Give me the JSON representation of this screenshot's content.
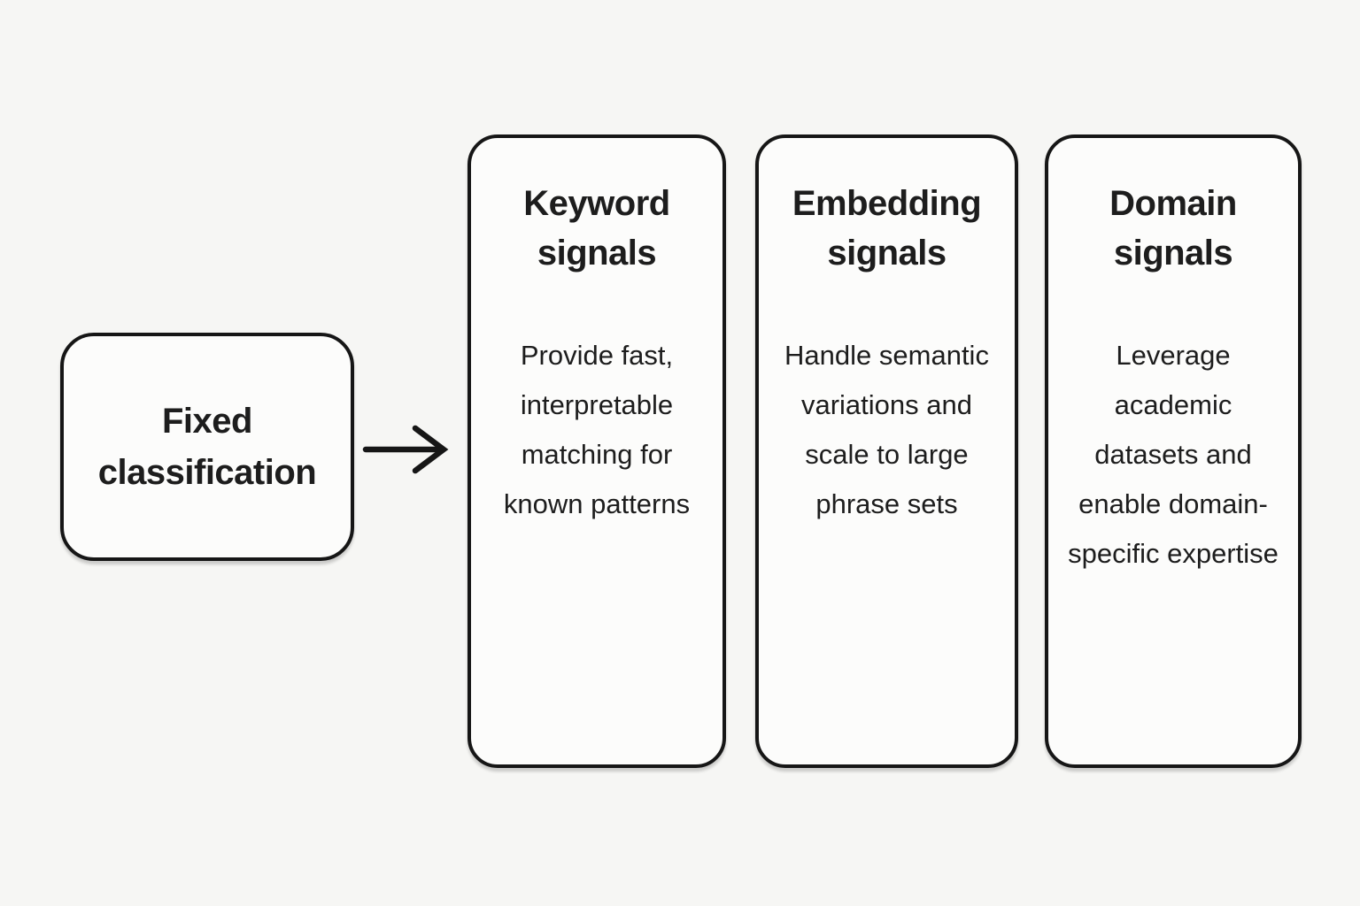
{
  "diagram": {
    "source_box": {
      "label": "Fixed classification"
    },
    "arrow": {
      "direction": "right",
      "meaning": "flows-into"
    },
    "cards": [
      {
        "title": "Keyword signals",
        "body": "Provide fast, interpretable matching for known patterns"
      },
      {
        "title": "Embedding signals",
        "body": "Handle semantic variations and scale to large phrase sets"
      },
      {
        "title": "Domain signals",
        "body": "Leverage academic datasets and enable domain-specific expertise"
      }
    ],
    "colors": {
      "background": "#f6f6f4",
      "card_fill": "#fcfcfb",
      "border": "#161616",
      "text": "#1d1d1d"
    }
  }
}
